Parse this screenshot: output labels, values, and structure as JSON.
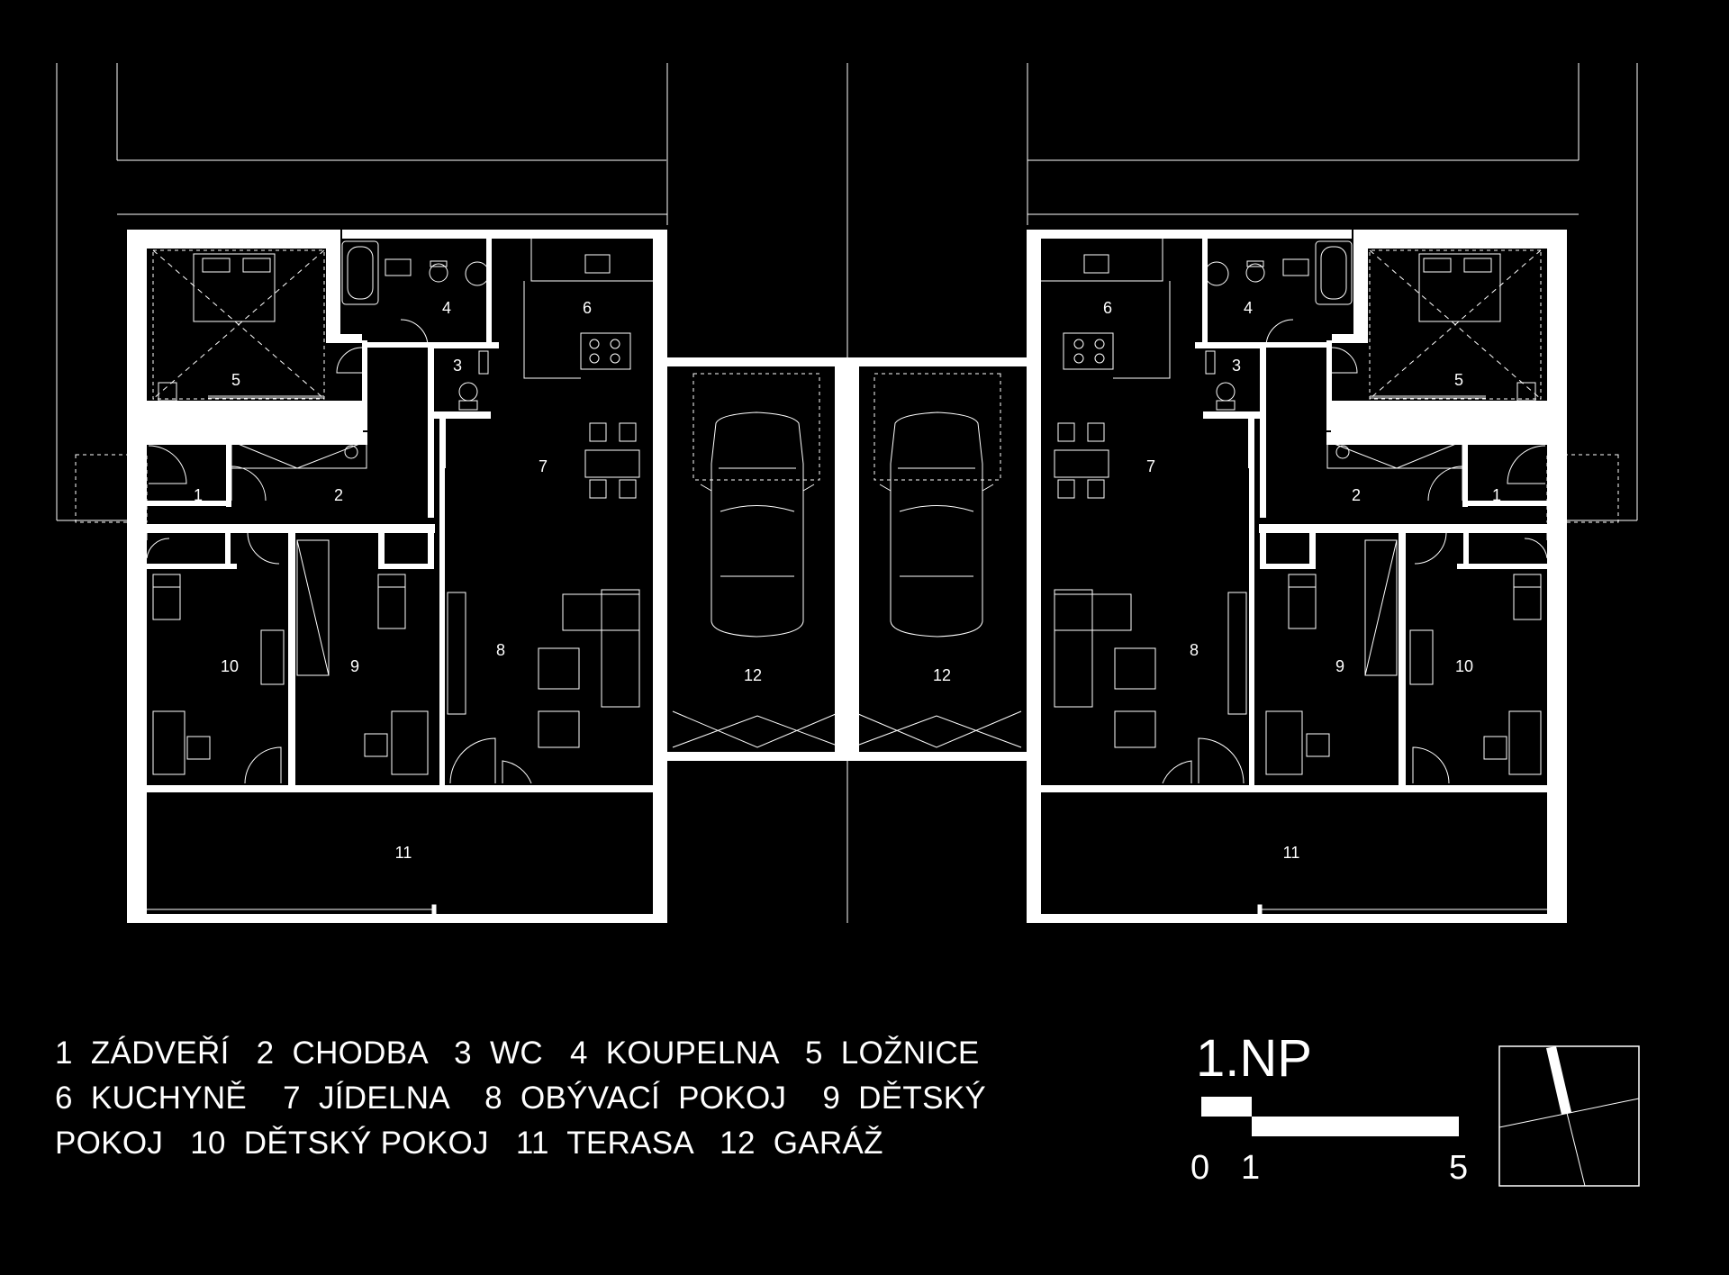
{
  "legend": {
    "line1": "1  ZÁDVEŘÍ   2  CHODBA   3  WC   4  KOUPELNA   5  LOŽNICE",
    "line2": "6  KUCHYNĚ    7  JÍDELNA    8  OBÝVACÍ  POKOJ    9  DĚTSKÝ",
    "line3": "POKOJ   10  DĚTSKÝ POKOJ   11  TERASA   12  GARÁŽ"
  },
  "floor_title": "1.NP",
  "scale_labels": {
    "zero": "0",
    "one": "1",
    "five": "5"
  },
  "rooms_left": [
    {
      "id": "1",
      "label": "1"
    },
    {
      "id": "2",
      "label": "2"
    },
    {
      "id": "3",
      "label": "3"
    },
    {
      "id": "4",
      "label": "4"
    },
    {
      "id": "5",
      "label": "5"
    },
    {
      "id": "6",
      "label": "6"
    },
    {
      "id": "7",
      "label": "7"
    },
    {
      "id": "8",
      "label": "8"
    },
    {
      "id": "9",
      "label": "9"
    },
    {
      "id": "10",
      "label": "10"
    },
    {
      "id": "11",
      "label": "11"
    },
    {
      "id": "12",
      "label": "12"
    }
  ],
  "rooms_right": [
    {
      "id": "1",
      "label": "1"
    },
    {
      "id": "2",
      "label": "2"
    },
    {
      "id": "3",
      "label": "3"
    },
    {
      "id": "4",
      "label": "4"
    },
    {
      "id": "5",
      "label": "5"
    },
    {
      "id": "6",
      "label": "6"
    },
    {
      "id": "7",
      "label": "7"
    },
    {
      "id": "8",
      "label": "8"
    },
    {
      "id": "9",
      "label": "9"
    },
    {
      "id": "10",
      "label": "10"
    },
    {
      "id": "11",
      "label": "11"
    },
    {
      "id": "12",
      "label": "12"
    }
  ]
}
